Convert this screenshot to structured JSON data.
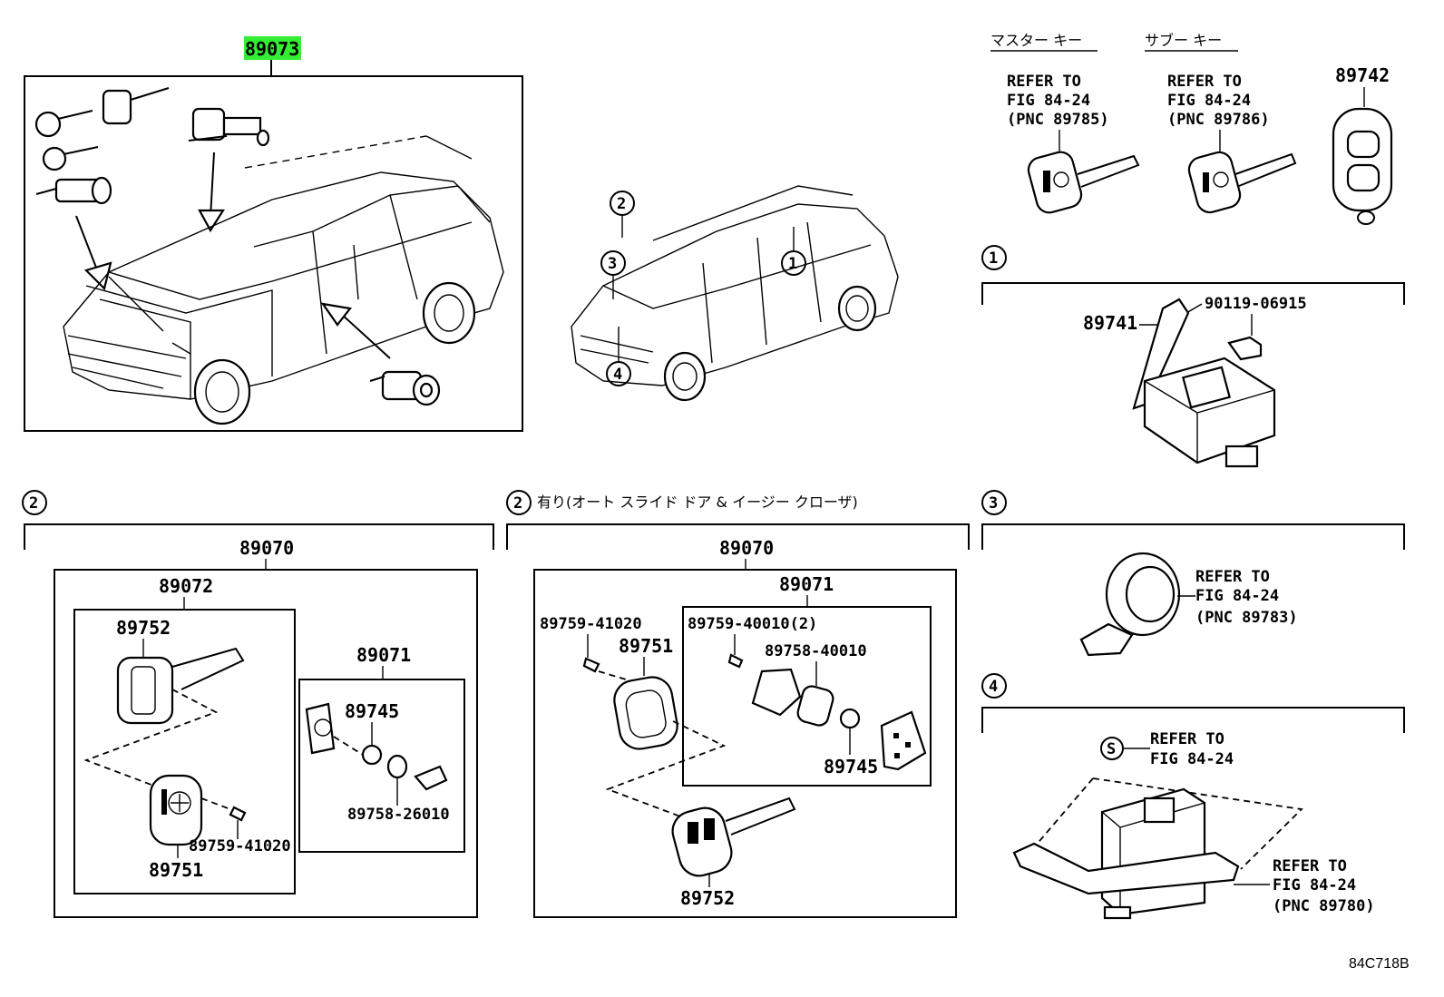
{
  "highlight_color": "#33ee33",
  "top_panel": {
    "assembly_label": "89073"
  },
  "key_headers": {
    "master": "マスター キー",
    "sub": "サブー キー"
  },
  "refer_notes": {
    "master_key": [
      "REFER TO",
      "FIG 84-24",
      "(PNC 89785)"
    ],
    "sub_key": [
      "REFER TO",
      "FIG 84-24",
      "(PNC 89786)"
    ],
    "section3": [
      "REFER TO",
      "FIG 84-24",
      "(PNC 89783)"
    ],
    "section4_s": [
      "REFER TO",
      "FIG 84-24"
    ],
    "section4_b": [
      "REFER TO",
      "FIG 84-24",
      "(PNC 89780)"
    ]
  },
  "part_labels": {
    "remote": "89742",
    "ecu": "89741",
    "bolt": "90119-06915",
    "left_assy": "89070",
    "left_sub": "89072",
    "left_head1": "89752",
    "left_head2": "89751",
    "left_screw": "89759-41020",
    "left_trans": "89071",
    "left_battery": "89745",
    "left_case": "89758-26010",
    "mid_assy": "89070",
    "mid_sub": "89071",
    "mid_screw1": "89759-41020",
    "mid_head": "89751",
    "mid_screw2": "89759-40010(2)",
    "mid_case": "89758-40010",
    "mid_battery": "89745",
    "mid_key": "89752"
  },
  "section_markers": {
    "car_marks": [
      "1",
      "2",
      "3",
      "4"
    ],
    "s1": "1",
    "s2": "2",
    "s2b": "2",
    "s2b_caption": "有り(オート スライド ドア & イージー クローザ)",
    "s3": "3",
    "s4": "4",
    "s_mark": "S"
  },
  "figure_code": "84C718B"
}
